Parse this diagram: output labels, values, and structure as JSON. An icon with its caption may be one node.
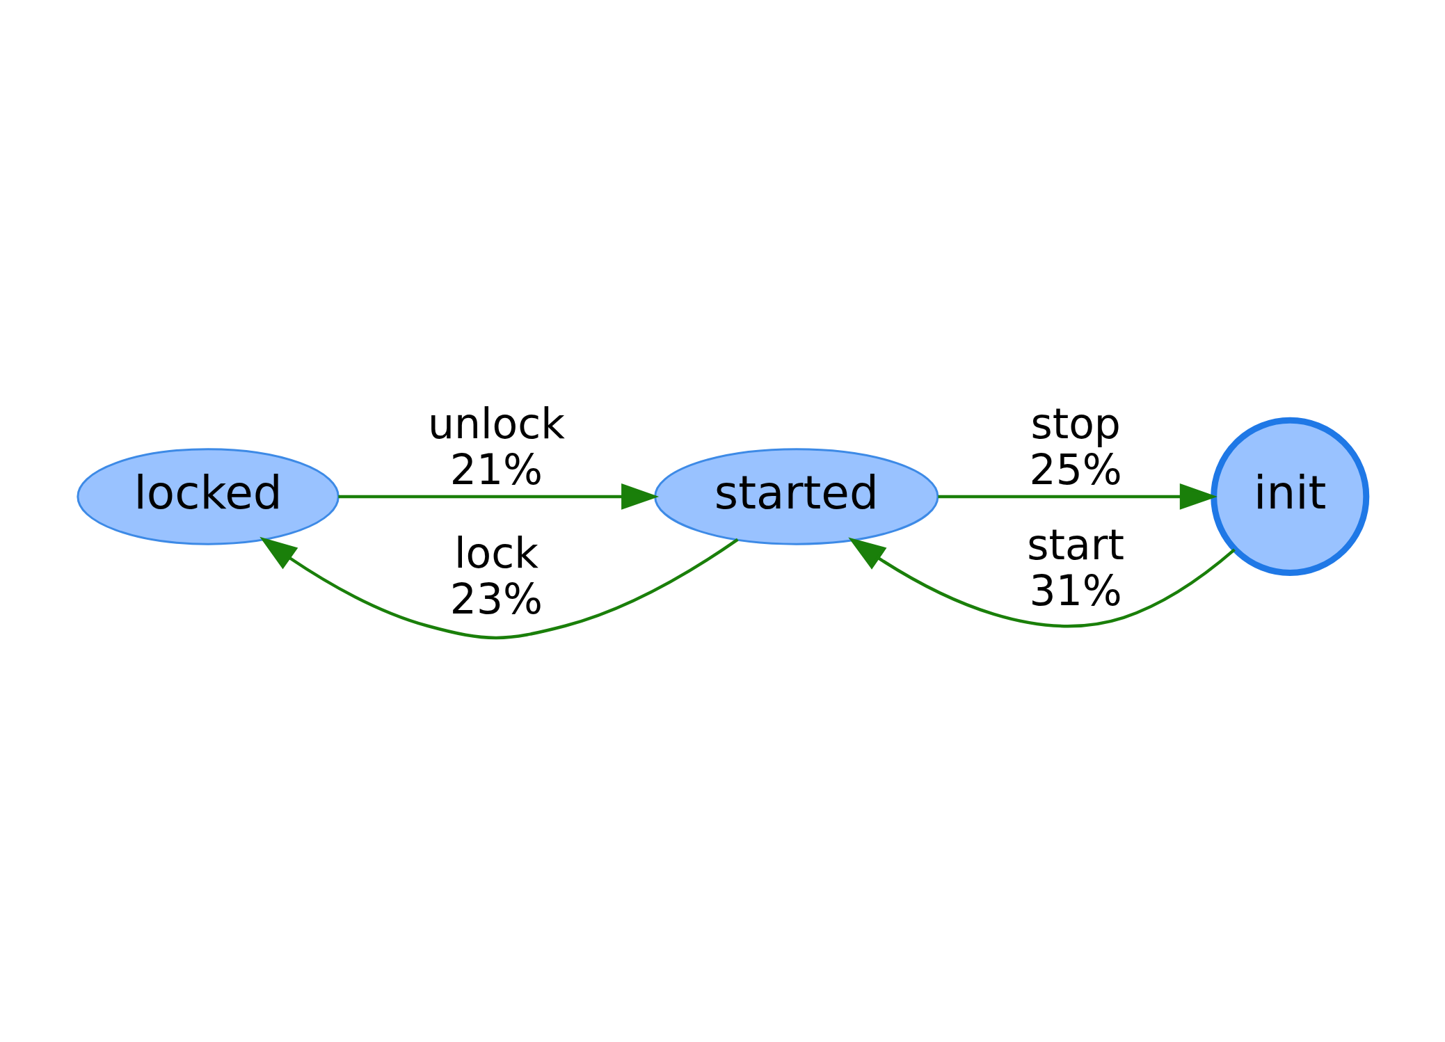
{
  "diagram": {
    "nodes": [
      {
        "text": [
          "locked"
        ]
      },
      {
        "text": [
          "started"
        ]
      },
      {
        "text": [
          "init"
        ]
      }
    ],
    "edges": [
      {
        "from": 1,
        "to": 0,
        "arrow": "to",
        "label": "lock 23%"
      },
      {
        "from": 0,
        "to": 1,
        "arrow": "to",
        "label": "unlock 21%"
      },
      {
        "from": 1,
        "to": 2,
        "arrow": "to",
        "label": "stop 25%"
      },
      {
        "from": 2,
        "to": 1,
        "arrow": "to",
        "label": "start 31%"
      }
    ]
  }
}
